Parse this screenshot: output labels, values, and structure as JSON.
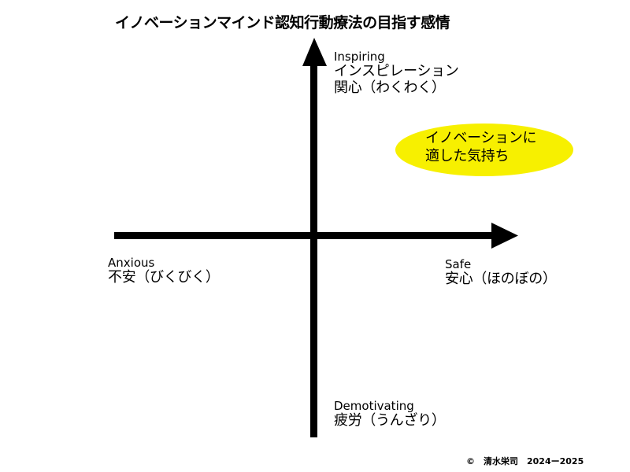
{
  "title": "イノベーションマインド認知行動療法の目指す感情",
  "axes": {
    "top": {
      "en": "Inspiring",
      "jp1": "インスピレーション",
      "jp2": "関心（わくわく）"
    },
    "bottom": {
      "en": "Demotivating",
      "jp": "疲労（うんざり）"
    },
    "left": {
      "en": "Anxious",
      "jp": "不安（びくびく）"
    },
    "right": {
      "en": "Safe",
      "jp": "安心（ほのぼの）"
    }
  },
  "highlight": {
    "line1": "イノベーションに",
    "line2": "適した気持ち",
    "color": "#f7f000"
  },
  "footer": {
    "copyright": "©　清水栄司　2024ー2025"
  }
}
